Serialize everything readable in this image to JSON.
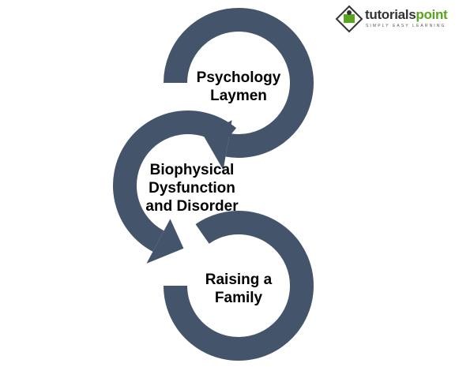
{
  "logo": {
    "name_part1": "tutorials",
    "name_part2": "point",
    "tagline": "SIMPLY EASY LEARNING"
  },
  "colors": {
    "ring": "#44546a",
    "logo_green": "#5aa51e"
  },
  "steps": [
    {
      "line1": "Psychology",
      "line2": "Laymen"
    },
    {
      "line1": "Biophysical",
      "line2": "Dysfunction",
      "line3": "and Disorder"
    },
    {
      "line1": "Raising a",
      "line2": "Family"
    }
  ]
}
